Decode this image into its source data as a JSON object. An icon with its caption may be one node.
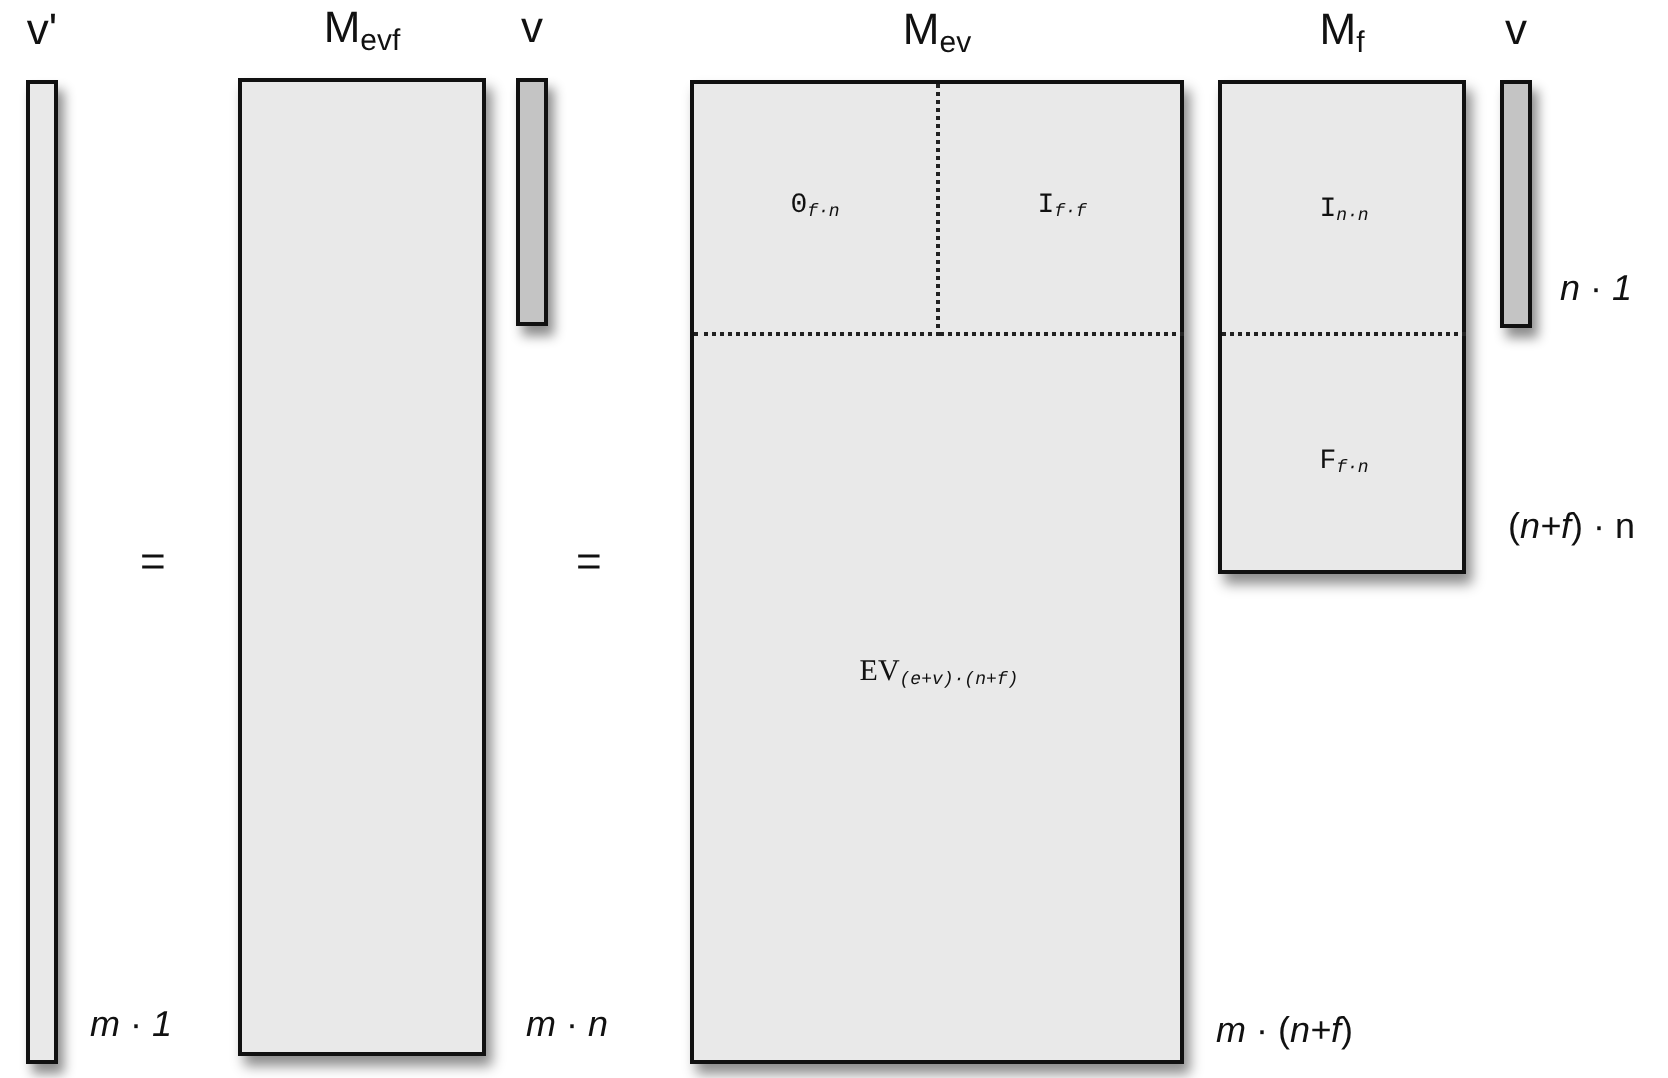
{
  "diagram": {
    "nodes": [
      {
        "text": [
          "v'"
        ],
        "beside": [
          "*m* · *1*"
        ]
      },
      {
        "text": [
          "M$_{evf}$"
        ],
        "beside": [
          "*m* · *n*"
        ]
      },
      {
        "text": [
          "v"
        ]
      },
      {
        "text": [
          "M$_{ev}$"
        ],
        "beside": [
          "*m* · (*n+f*)"
        ]
      },
      {
        "text": [
          "0$_{f·n}$"
        ],
        "in": 3
      },
      {
        "text": [
          "I$_{f·f}$"
        ],
        "in": 3
      },
      {
        "text": [
          "EV$_{(e+v)·(n+f)}$"
        ],
        "in": 3
      },
      {
        "text": [
          "M$_{f}$"
        ],
        "beside": [
          "(*n+f*) · n"
        ]
      },
      {
        "text": [
          "I$_{n·n}$"
        ],
        "in": 7
      },
      {
        "text": [
          "F$_{f·n}$"
        ],
        "in": 7
      },
      {
        "text": [
          "v"
        ],
        "beside": [
          "*n* · *1*"
        ]
      }
    ],
    "labels": [
      "=",
      "="
    ]
  }
}
